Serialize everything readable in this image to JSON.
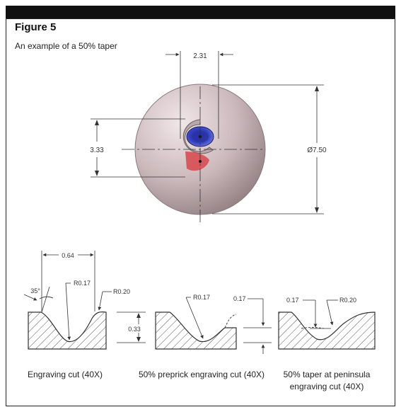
{
  "figure": {
    "label": "Figure 5",
    "subtitle": "An example of a 50% taper"
  },
  "top_view": {
    "dim_width": "2.31",
    "dim_height": "3.33",
    "dim_diameter": "Ø7.50"
  },
  "sections": [
    {
      "caption": "Engraving cut (40X)",
      "dim_width": "0.64",
      "dim_angle": "35°",
      "radius_left": "R0.17",
      "radius_right": "R0.20",
      "dim_depth": "0.33"
    },
    {
      "caption": "50% preprick engraving cut (40X)",
      "radius": "R0.17",
      "dim_depth": "0.17"
    },
    {
      "caption_line1": "50% taper at peninsula",
      "caption_line2": "engraving cut (40X)",
      "dim_depth": "0.17",
      "radius": "R0.20"
    }
  ],
  "colors": {
    "disc": "#c4b0b3",
    "blue_cut": "#2e3bb0",
    "red_cut": "#d84a4e",
    "frame": "#222222"
  }
}
